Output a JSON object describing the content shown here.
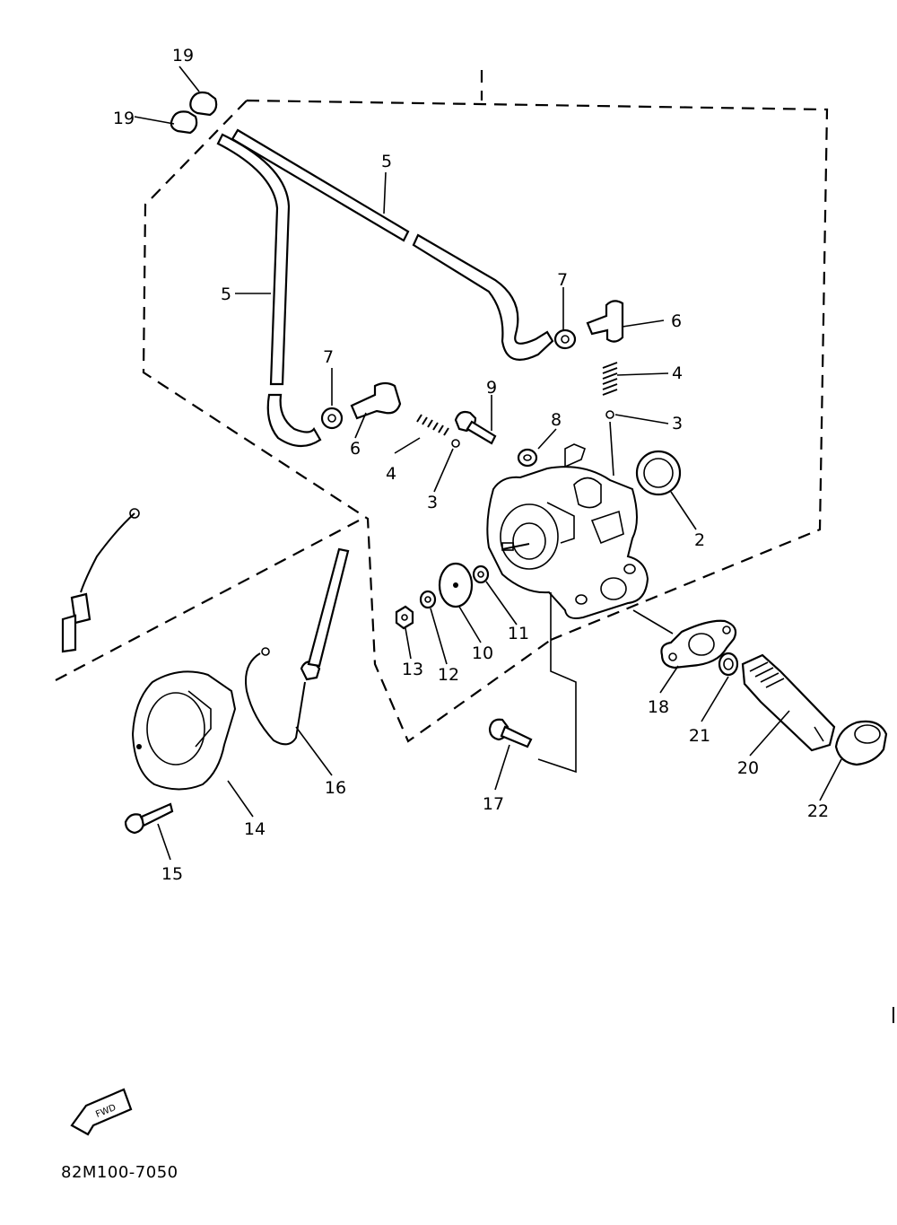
{
  "diagram": {
    "callouts": {
      "c2": "2",
      "c3a": "3",
      "c3b": "3",
      "c4a": "4",
      "c4b": "4",
      "c5a": "5",
      "c5b": "5",
      "c6a": "6",
      "c6b": "6",
      "c7a": "7",
      "c7b": "7",
      "c8": "8",
      "c9": "9",
      "c10": "10",
      "c11": "11",
      "c12": "12",
      "c13": "13",
      "c14": "14",
      "c15": "15",
      "c16": "16",
      "c17": "17",
      "c18": "18",
      "c19a": "19",
      "c19b": "19",
      "c20": "20",
      "c21": "21",
      "c22": "22"
    },
    "fwd_label": "FWD",
    "drawing_code": "82M100-7050"
  }
}
